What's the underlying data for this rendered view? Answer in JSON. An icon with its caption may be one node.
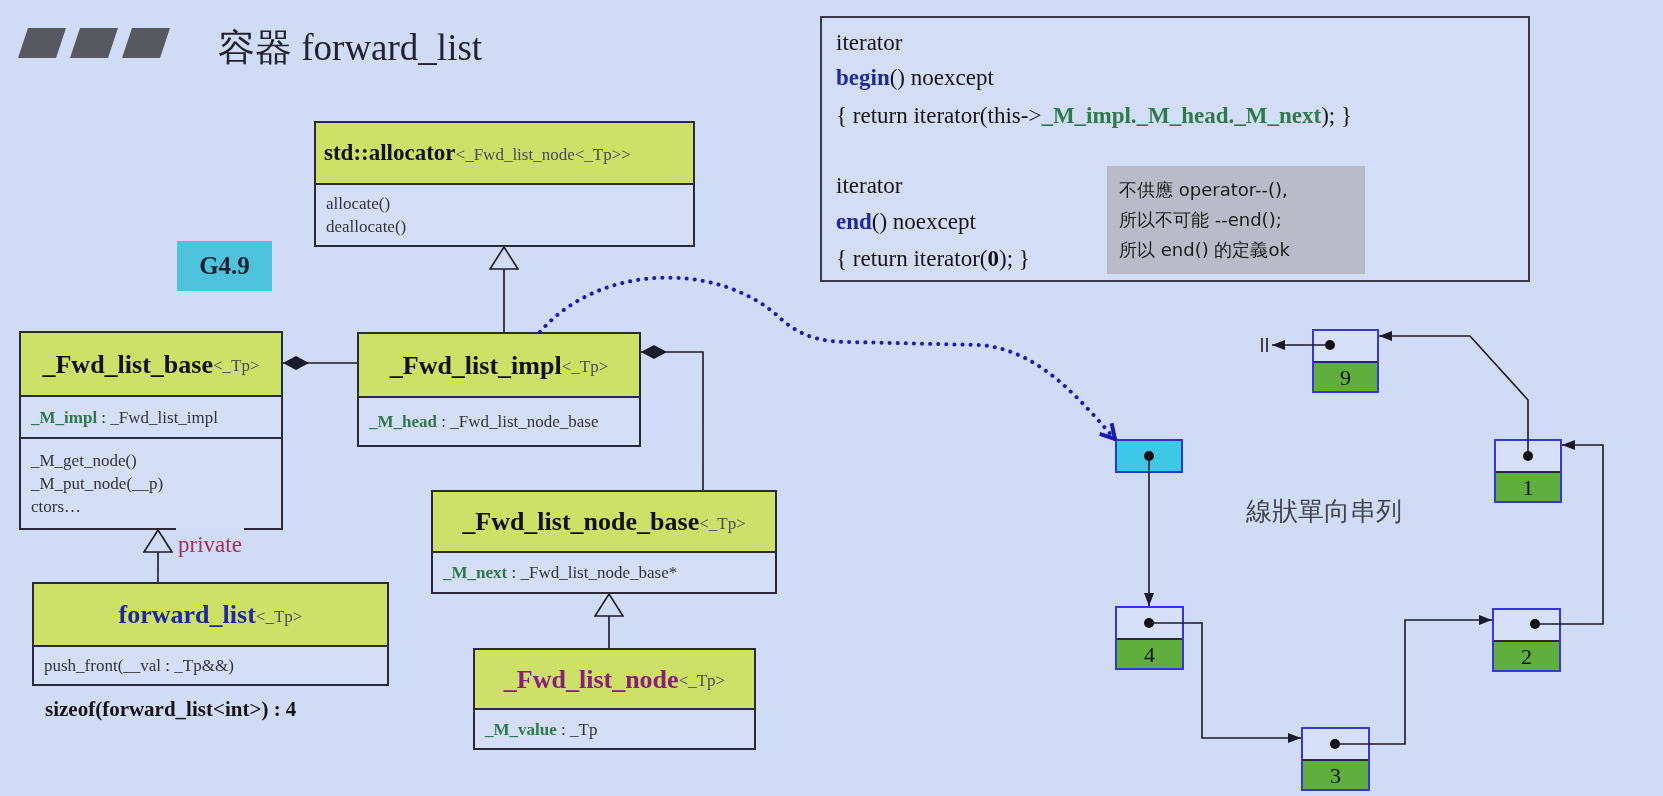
{
  "diagram": {
    "title": "容器 forward_list",
    "nodes": [
      {
        "text": [
          "iterator",
          "**begin**() noexcept",
          "{ return iterator(this->**_M_impl._M_head._M_next**); }",
          "iterator",
          "**end**() noexcept",
          "{ return iterator(**0**); }"
        ]
      },
      {
        "text": [
          "不供應 operator--(),",
          "所以不可能 --end();",
          "所以 end() 的定義ok"
        ],
        "in": 0
      },
      {
        "text": [
          "std::allocator",
          "<_Fwd_list_node<_Tp>>",
          "allocate()",
          "deallocate()"
        ]
      },
      {
        "text": [
          "G4.9"
        ]
      },
      {
        "text": [
          "_Fwd_list_base",
          "<_Tp>",
          "**_M_impl** : _Fwd_list_impl",
          "_M_get_node()",
          "_M_put_node(__p)",
          "ctors…"
        ]
      },
      {
        "text": [
          "_Fwd_list_impl",
          "<_Tp>",
          "**_M_head** : _Fwd_list_node_base"
        ]
      },
      {
        "text": [
          "_Fwd_list_node_base",
          "<_Tp>",
          "**_M_next** : _Fwd_list_node_base*"
        ]
      },
      {
        "text": [
          "forward_list",
          "<_Tp>",
          "push_front(__val : _Tp&&)"
        ],
        "beside": [
          "sizeof(forward_list<int>) : 4"
        ]
      },
      {
        "text": [
          "_Fwd_list_node",
          "<_Tp>",
          "**_M_value** : _Tp"
        ]
      },
      {
        "text": [],
        "shape": "bar"
      },
      {
        "text": [
          "9"
        ]
      },
      {
        "text": [],
        "shape": "box"
      },
      {
        "text": [
          "1"
        ]
      },
      {
        "text": [
          "4"
        ]
      },
      {
        "text": [
          "2"
        ]
      },
      {
        "text": [
          "3"
        ]
      }
    ],
    "edges": [
      {
        "from": 5,
        "to": 2,
        "arrow": "to"
      },
      {
        "from": 4,
        "to": 5,
        "arrow": "other"
      },
      {
        "from": 5,
        "to": 6,
        "arrow": "other"
      },
      {
        "from": 7,
        "to": 4,
        "arrow": "to",
        "label": "private"
      },
      {
        "from": 8,
        "to": 6,
        "arrow": "to"
      },
      {
        "from": 5,
        "to": 11,
        "arrow": "to",
        "style": "dashed",
        "color": "#1c1cb0"
      },
      {
        "from": 11,
        "to": 13,
        "arrow": "to"
      },
      {
        "from": 13,
        "to": 15,
        "arrow": "to"
      },
      {
        "from": 15,
        "to": 14,
        "arrow": "to"
      },
      {
        "from": 14,
        "to": 12,
        "arrow": "to"
      },
      {
        "from": 12,
        "to": 10,
        "arrow": "to"
      },
      {
        "from": 10,
        "to": 9,
        "arrow": "to"
      }
    ],
    "labels": [
      "線狀單向串列"
    ]
  }
}
